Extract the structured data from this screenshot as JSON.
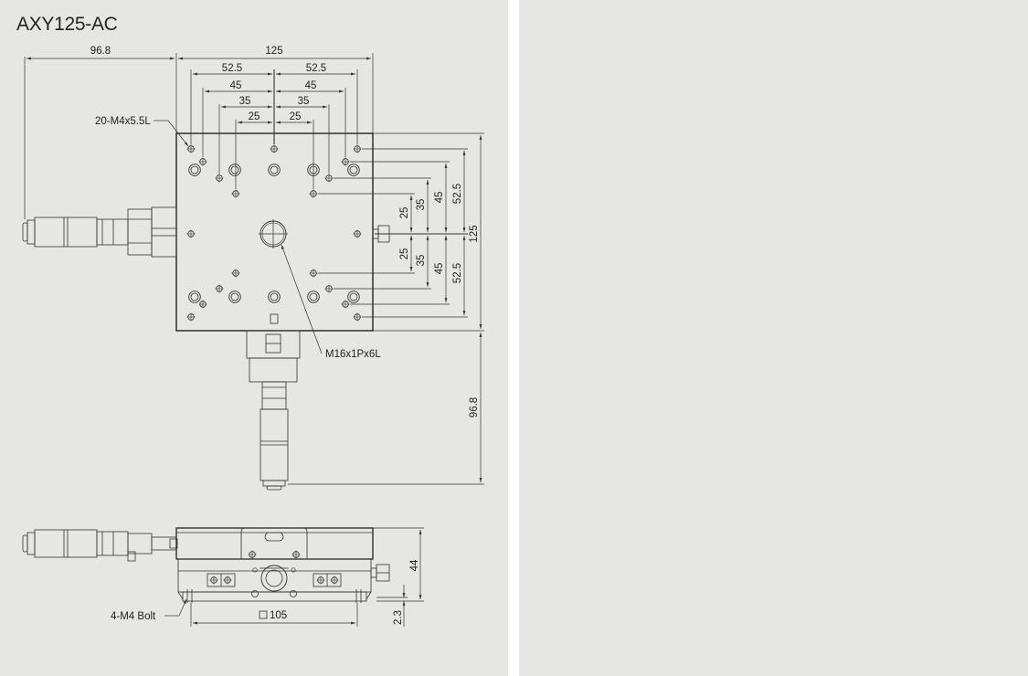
{
  "title": "AXY125-AC",
  "top_view": {
    "dims": {
      "micrometer_offset_left": "96.8",
      "overall_width": "125",
      "h_52_5_left": "52.5",
      "h_52_5_right": "52.5",
      "h_45_left": "45",
      "h_45_right": "45",
      "h_35_left": "35",
      "h_35_right": "35",
      "h_25_left": "25",
      "h_25_right": "25",
      "v_25_top": "25",
      "v_35_top": "35",
      "v_45_top": "45",
      "v_52_5_top": "52.5",
      "v_25_bottom": "25",
      "v_35_bottom": "35",
      "v_45_bottom": "45",
      "v_52_5_bottom": "52.5",
      "overall_height": "125",
      "micrometer_offset_bottom": "96.8"
    },
    "callouts": {
      "tapped_holes": "20-M4x5.5L",
      "center_thread": "M16x1Px6L"
    }
  },
  "side_view": {
    "dims": {
      "height": "44",
      "base_offset": "2.3",
      "bolt_spacing": "105"
    },
    "callouts": {
      "bolts": "4-M4 Bolt"
    }
  }
}
